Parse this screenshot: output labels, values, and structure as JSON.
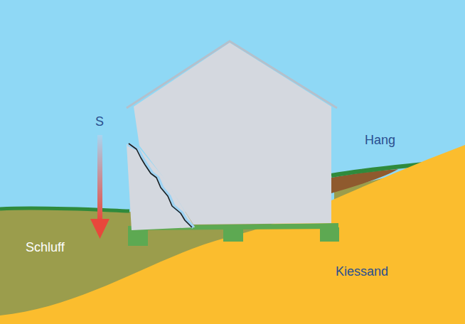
{
  "diagram": {
    "labels": [
      "S",
      "Hang",
      "Schluff",
      "Kiessand"
    ]
  }
}
